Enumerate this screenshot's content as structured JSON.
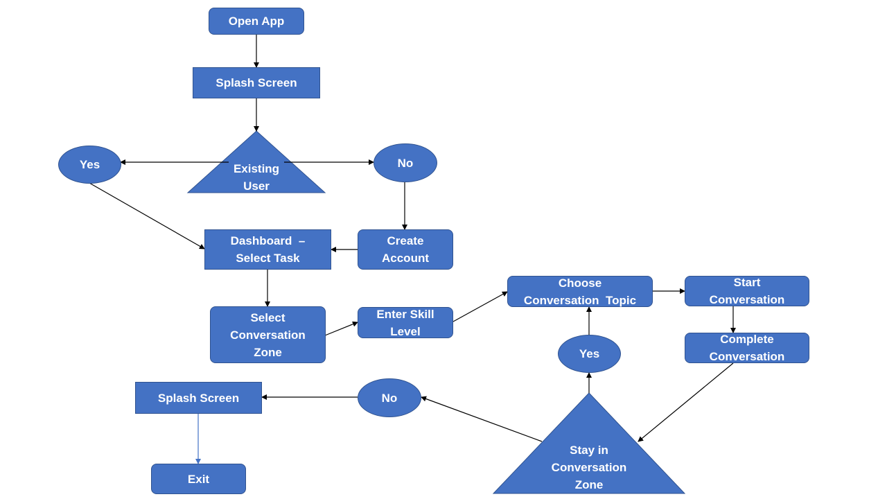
{
  "colors": {
    "fill": "#4472c4",
    "stroke": "#2f528f",
    "arrow": "#000000",
    "exit_arrow": "#4472c4"
  },
  "nodes": {
    "open_app": "Open App",
    "splash_screen_top": "Splash Screen",
    "existing_user": [
      "Existing",
      "User"
    ],
    "yes_top": "Yes",
    "no_top": "No",
    "create_account": [
      "Create",
      "Account"
    ],
    "dashboard": [
      "Dashboard  –",
      "Select Task"
    ],
    "select_zone": [
      "Select",
      "Conversation",
      "Zone"
    ],
    "enter_skill": [
      "Enter Skill",
      "Level"
    ],
    "choose_topic": [
      "Choose",
      "Conversation  Topic"
    ],
    "start_conversation": [
      "Start",
      "Conversation"
    ],
    "complete_conversation": [
      "Complete",
      "Conversation"
    ],
    "yes_bottom": "Yes",
    "stay_zone": [
      "Stay in",
      "Conversation",
      "Zone"
    ],
    "no_bottom": "No",
    "splash_screen_bottom": "Splash Screen",
    "exit": "Exit"
  }
}
